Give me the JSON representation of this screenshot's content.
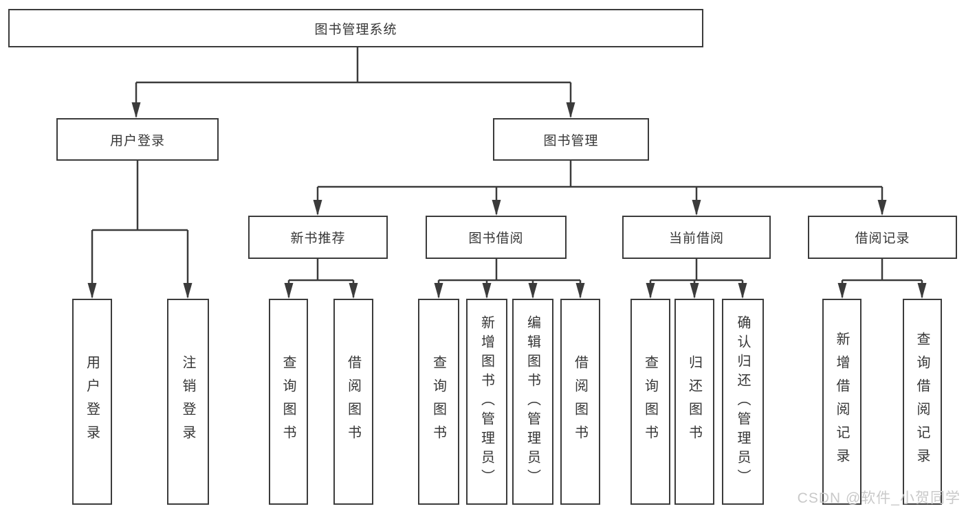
{
  "colors": {
    "background": "#ffffff",
    "line": "#3b3b3b",
    "box_border": "#3b3b3b",
    "text": "#363636",
    "watermark": "#c9c9c9"
  },
  "watermark": {
    "text": "CSDN @软件_小贺同学"
  },
  "tree": {
    "label": "图书管理系统",
    "children": [
      {
        "label": "用户登录",
        "children": [
          {
            "label": "用户登录"
          },
          {
            "label": "注销登录"
          }
        ]
      },
      {
        "label": "图书管理",
        "children": [
          {
            "label": "新书推荐",
            "children": [
              {
                "label": "查询图书"
              },
              {
                "label": "借阅图书"
              }
            ]
          },
          {
            "label": "图书借阅",
            "children": [
              {
                "label": "查询图书"
              },
              {
                "label": "新增图书（管理员）"
              },
              {
                "label": "编辑图书（管理员）"
              },
              {
                "label": "借阅图书"
              }
            ]
          },
          {
            "label": "当前借阅",
            "children": [
              {
                "label": "查询图书"
              },
              {
                "label": "归还图书"
              },
              {
                "label": "确认归还（管理员）"
              }
            ]
          },
          {
            "label": "借阅记录",
            "children": [
              {
                "label": "新增借阅记录"
              },
              {
                "label": "查询借阅记录"
              }
            ]
          }
        ]
      }
    ]
  }
}
